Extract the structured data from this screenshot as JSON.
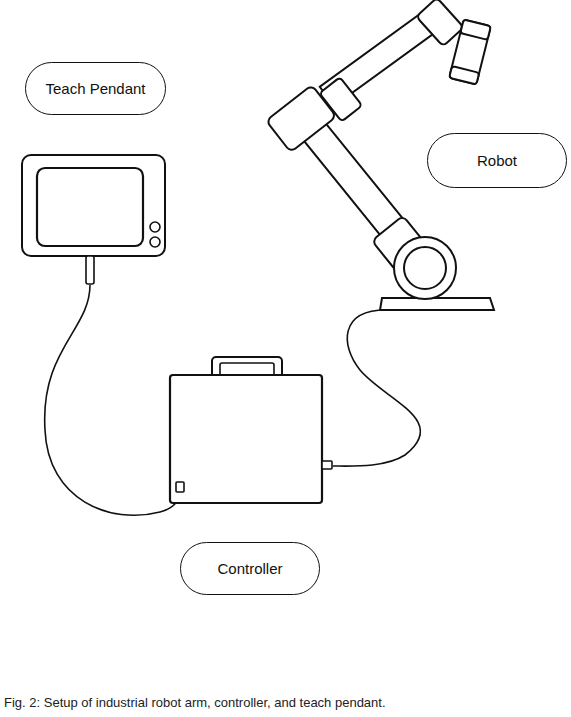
{
  "diagram": {
    "caption": "Fig. 2: Setup of industrial robot arm, controller, and teach pendant.",
    "nodes": [
      {
        "text": [
          "Teach Pendant"
        ]
      },
      {
        "text": [
          "Robot"
        ]
      },
      {
        "text": [
          "Controller"
        ]
      }
    ]
  }
}
